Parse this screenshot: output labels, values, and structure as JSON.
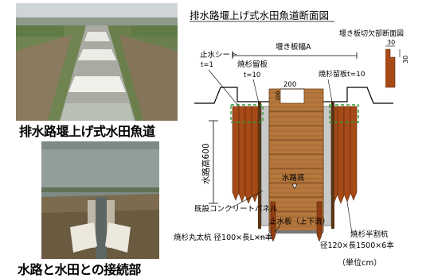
{
  "photos": {
    "top": {
      "caption": "排水路堰上げ式水田魚道"
    },
    "bottom": {
      "caption": "水路と水田との接続部"
    }
  },
  "diagram": {
    "title": "排水路堰上げ式水田魚道断面図",
    "weir_width_label": "堰き板幅A",
    "notch_title": "堰き板切欠部断面図",
    "notch_dim_w": "30",
    "notch_dim_h": "30",
    "water_sheet": "止水シート",
    "water_sheet_t": "t=1",
    "cedar_retainer_left": "焼杉留板",
    "cedar_retainer_left_t": "t=10",
    "cedar_retainer_right": "焼杉留板t=10",
    "dim_200": "200",
    "dim_100": "100",
    "channel_height": "水路高600",
    "channel_bottom": "水路底",
    "concrete_panel": "既設コンクリートパネル",
    "stop_board": "止水板（上下流）",
    "round_pile": "焼杉丸太杭 径100×長L×n本",
    "half_pile": "焼杉半割杭",
    "half_pile_spec": "径120×長1500×6本",
    "unit": "（単位cm）"
  }
}
